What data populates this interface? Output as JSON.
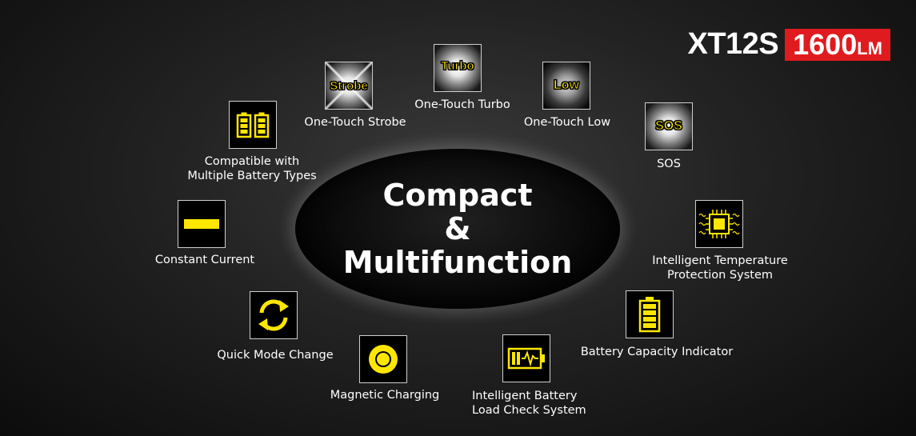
{
  "header": {
    "model": "XT12S",
    "lumens_value": "1600",
    "lumens_unit": "LM"
  },
  "center": {
    "line1": "Compact",
    "line2": "&",
    "line3": "Multifunction"
  },
  "features": {
    "battery_types": {
      "line1": "Compatible with",
      "line2": "Multiple Battery Types"
    },
    "strobe": {
      "icon_text": "Strobe",
      "label": "One-Touch Strobe"
    },
    "turbo": {
      "icon_text": "Turbo",
      "label": "One-Touch Turbo"
    },
    "low": {
      "icon_text": "Low",
      "label": "One-Touch  Low"
    },
    "sos": {
      "icon_text": "SOS",
      "label": "SOS"
    },
    "constant_current": {
      "label": "Constant Current"
    },
    "temperature": {
      "line1": "Intelligent Temperature",
      "line2": "Protection System"
    },
    "quick_mode": {
      "label": "Quick Mode Change"
    },
    "battery_capacity": {
      "label": "Battery Capacity Indicator"
    },
    "magnetic": {
      "label": "Magnetic  Charging"
    },
    "load_check": {
      "line1": "Intelligent  Battery",
      "line2": "Load Check System"
    }
  },
  "colors": {
    "accent_yellow": "#ffe600",
    "brand_red": "#e01b1f",
    "background": "#1a1a1a"
  }
}
